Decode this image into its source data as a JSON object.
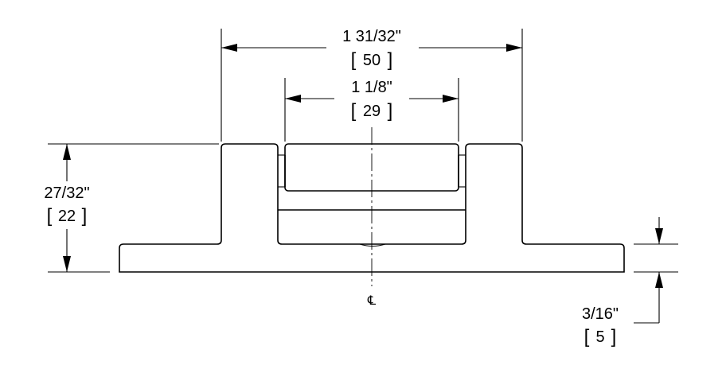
{
  "dimensions": {
    "overall_width": {
      "imperial": "1 31/32\"",
      "metric": "50"
    },
    "slot_width": {
      "imperial": "1 1/8\"",
      "metric": "29"
    },
    "overall_height": {
      "imperial": "27/32\"",
      "metric": "22"
    },
    "base_thickness": {
      "imperial": "3/16\"",
      "metric": "5"
    }
  },
  "centerline_symbol": "℄",
  "brackets": {
    "open": "[",
    "close": "]"
  }
}
